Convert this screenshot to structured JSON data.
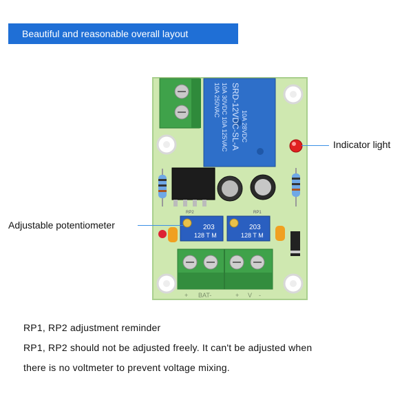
{
  "banner": {
    "title": "Beautiful and reasonable overall layout"
  },
  "callouts": {
    "indicator": "Indicator light",
    "potentiometer": "Adjustable potentiometer"
  },
  "board": {
    "relay_lines": [
      "10A 250VAC",
      "10A 30VDC 10A 125VAC",
      "SRD-12VDC-SL-A",
      "10A 28VDC"
    ],
    "pot_left": {
      "name": "RP2",
      "code": "203",
      "line2": "128 T M"
    },
    "pot_right": {
      "name": "RP1",
      "code": "203",
      "line2": "128 T M"
    },
    "terminal_labels": {
      "bat": "BAT-",
      "v": "V",
      "plus_left": "+",
      "plus_right": "+",
      "minus": "-"
    }
  },
  "notes": {
    "line1": "RP1, RP2 adjustment reminder",
    "line2": "RP1, RP2 should not be adjusted freely. It can't be adjusted when",
    "line3": "there is no voltmeter to prevent voltage mixing."
  },
  "colors": {
    "banner": "#1f6fd6",
    "pcb": "#cfe8b0",
    "relay": "#2e6fc9",
    "terminal": "#3fa24a",
    "pot": "#2a5fc0",
    "led": "#e02020"
  }
}
